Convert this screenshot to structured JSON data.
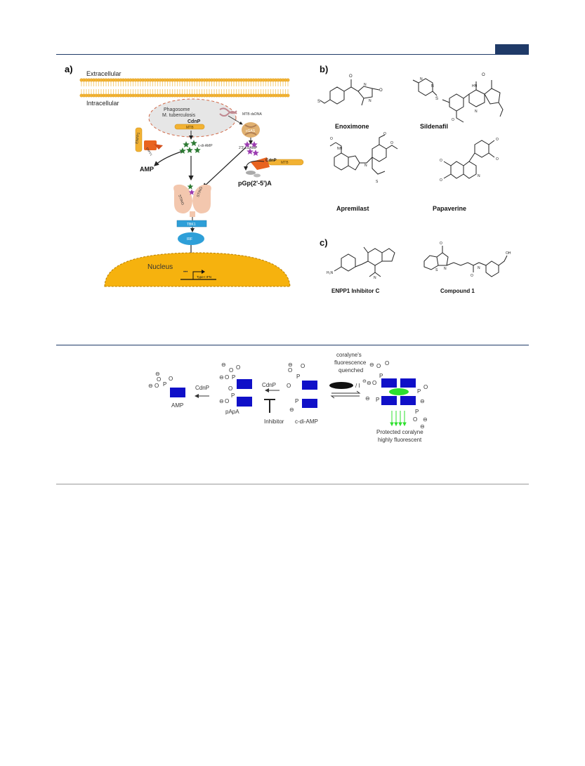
{
  "figure1": {
    "panel_a": {
      "label": "a)",
      "extracellular": "Extracellular",
      "intracellular": "Intracellular",
      "phagosome_line1": "Phagosome",
      "phagosome_line2": "M. tuberculosis",
      "cdnp_phagosome": "CdnP",
      "mtb_bar": "MTB",
      "mtb_dsdna": "MTB dsDNA",
      "cgas": "cGAS",
      "c_di_amp": "c-di-AMP",
      "cgamp": "2'3'-cGAMP",
      "enpp1": "ENPP1",
      "enpp1_cut": "ENPP1",
      "amp": "AMP",
      "cdnp_right": "CdnP",
      "mtb_right": "MTB",
      "pgp": "pGp(2'-5')A",
      "sting_left": "STING",
      "sting_right": "STING",
      "tbk1": "TBK1",
      "irf": "IRF",
      "nucleus": "Nucleus",
      "dots": "•••",
      "type_ifn": "Type-I IFN"
    },
    "panel_b": {
      "label": "b)",
      "names": [
        "Enoximone",
        "Sildenafil",
        "Apremilast",
        "Papaverine"
      ]
    },
    "panel_c": {
      "label": "c)",
      "names": [
        "ENPP1 Inhibitor C",
        "Compound 1"
      ]
    }
  },
  "figure2": {
    "amp": "AMP",
    "papa": "pApA",
    "c_di_amp": "c-di-AMP",
    "cdnp_1": "CdnP",
    "cdnp_2": "CdnP",
    "inhibitor": "Inhibitor",
    "quench_line1": "coralyne's",
    "quench_line2": "fluorescence",
    "quench_line3": "quenched",
    "iodide": "/ I",
    "protected_line1": "Protected coralyne",
    "protected_line2": "highly fluorescent",
    "minus": "⊖",
    "p": "P",
    "o": "O"
  },
  "colors": {
    "navy": "#1f3a68",
    "membrane": "#f2b233",
    "nucleus": "#f6b20e",
    "phagosome": "#e6e6e6",
    "sting": "#f3c7ae",
    "tbk1": "#2e9fd8",
    "irf": "#2e9fd8",
    "enpp1": "#e8631f",
    "star_green": "#2d7a33",
    "star_purple": "#9b3bb0",
    "adenine_blue": "#1010c8",
    "coralyne_green": "#2ee02e"
  }
}
